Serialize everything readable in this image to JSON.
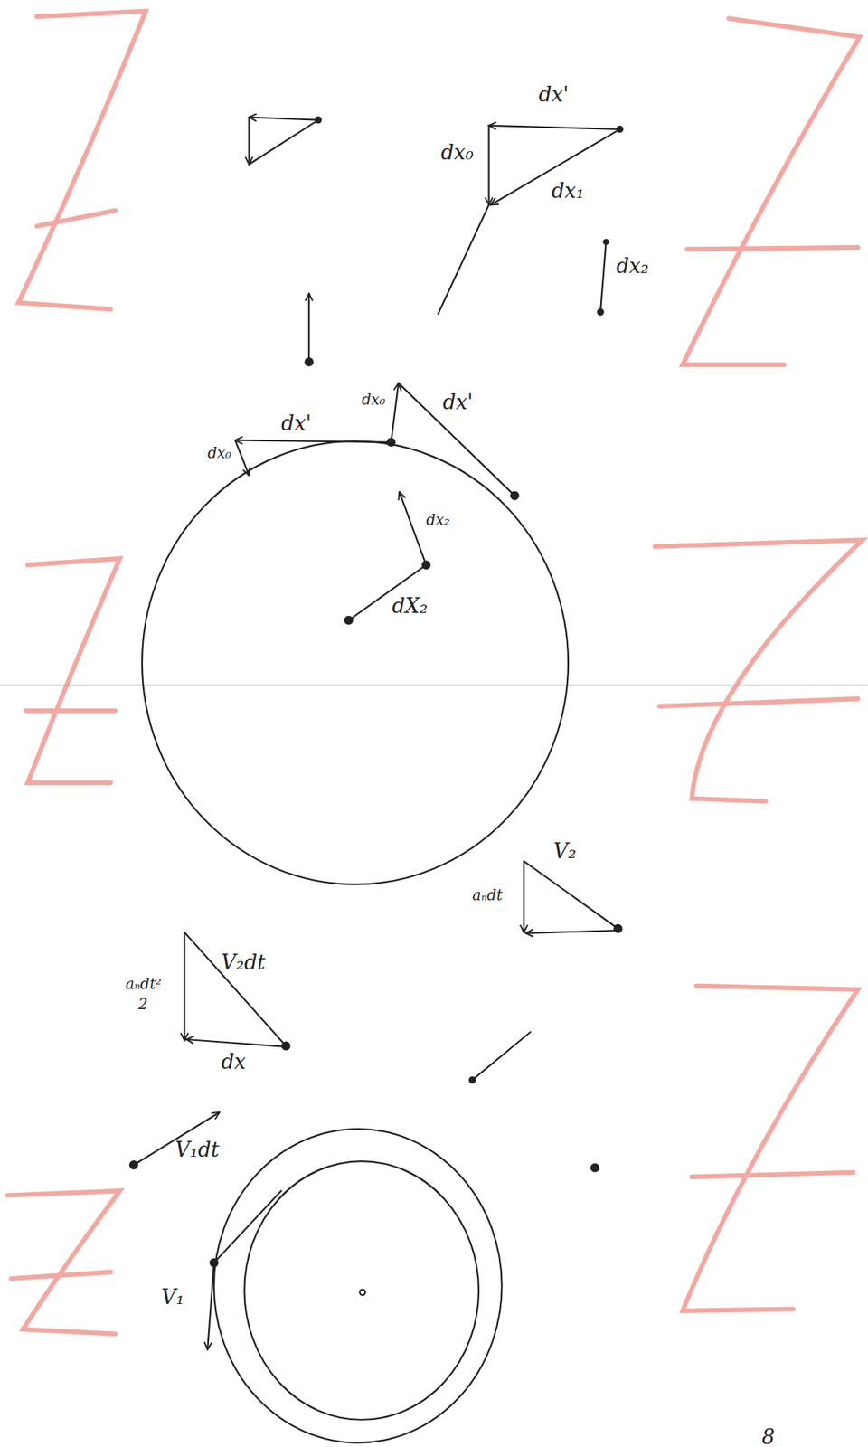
{
  "diagram": {
    "labels": [
      "dx'",
      "dx₀",
      "dx₁",
      "dx₂",
      "dx'",
      "dx₀",
      "dx'",
      "dx₀",
      "dx₂",
      "dX₂",
      "V₂",
      "aₙdt",
      "V₂dt",
      "aₙdt²",
      "2",
      "dx",
      "V₁dt",
      "V₁",
      "8"
    ]
  }
}
